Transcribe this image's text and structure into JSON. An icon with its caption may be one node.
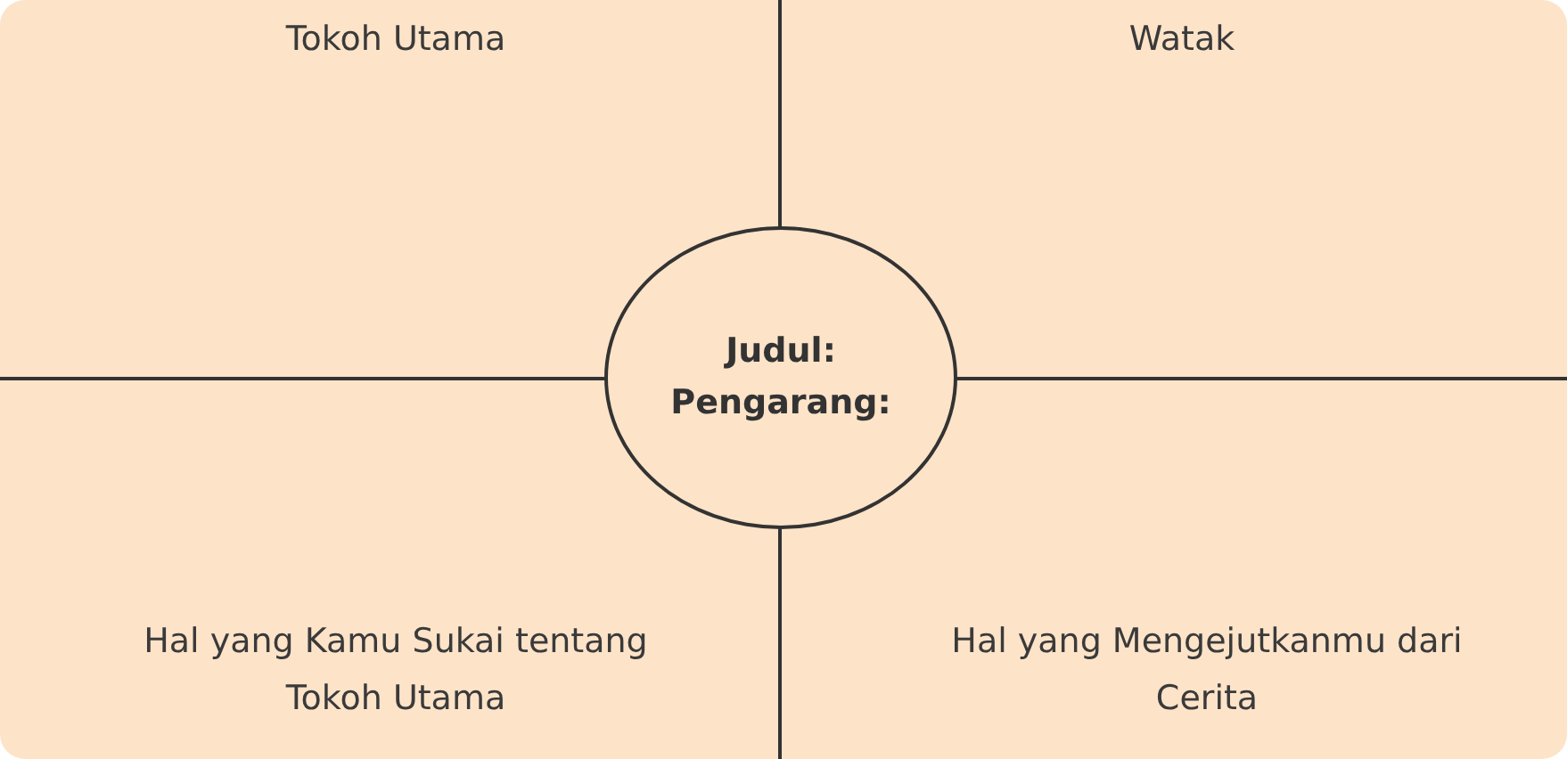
{
  "diagram": {
    "nodes": [
      {
        "text": [
          "Tokoh Utama"
        ]
      },
      {
        "text": [
          "Watak"
        ]
      },
      {
        "text": [
          "Judul:",
          "Pengarang:"
        ]
      },
      {
        "text": [
          "Hal yang Kamu Sukai tentang Tokoh Utama"
        ]
      },
      {
        "text": [
          "Hal yang Mengejutkanmu dari Cerita"
        ]
      }
    ]
  }
}
